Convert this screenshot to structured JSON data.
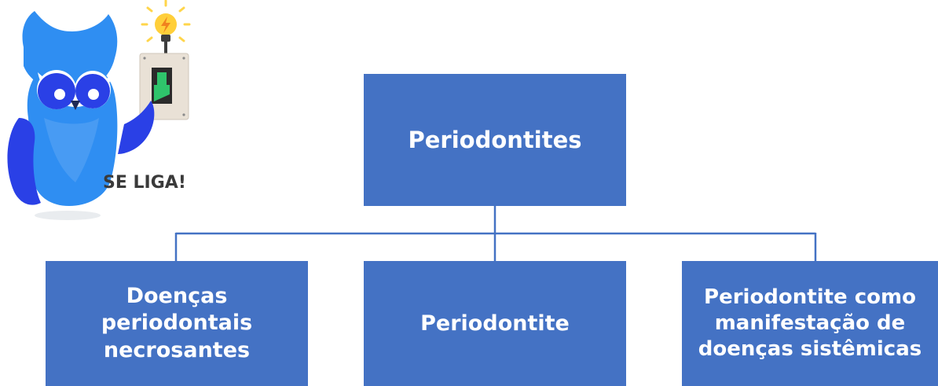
{
  "diagram": {
    "root": {
      "label": "Periodontites"
    },
    "children": [
      {
        "lines": [
          "Doenças",
          "periodontais",
          "necrosantes"
        ]
      },
      {
        "lines": [
          "Periodontite"
        ]
      },
      {
        "lines": [
          "Periodontite como",
          "manifestação de",
          "doenças sistêmicas"
        ]
      }
    ]
  },
  "mascot": {
    "caption": "SE LIGA!",
    "icons": [
      "owl-mascot-icon",
      "light-bulb-icon",
      "light-switch-icon"
    ]
  },
  "colors": {
    "box_fill": "#4472c4",
    "box_text": "#ffffff",
    "connector": "#4472c4",
    "owl_blue": "#2f8ef2",
    "owl_dark": "#2a40e6",
    "bulb_yellow": "#ffcf3a",
    "switch_green": "#2fc46b"
  }
}
